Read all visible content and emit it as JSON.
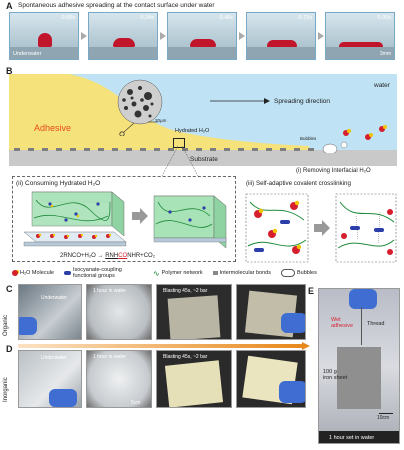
{
  "panelA": {
    "letter": "A",
    "title": "Spontaneous adhesive spreading at the contact surface under water",
    "frames": [
      {
        "time": "0.00s",
        "label": "Underwater"
      },
      {
        "time": "0.24s",
        "label": ""
      },
      {
        "time": "0.48s",
        "label": ""
      },
      {
        "time": "0.72s",
        "label": ""
      },
      {
        "time": "5.00s",
        "label": ""
      }
    ],
    "scale": "3mm"
  },
  "panelB": {
    "letter": "B",
    "water": "water",
    "adhesive": "Adhesive",
    "spreading": "Spreading direction",
    "scale": "20μm",
    "hydrated": "Hydrated H₂O",
    "bubbles": "Bubbles",
    "substrate": "Substrate",
    "removing": "(i) Removing Interfacial H₂O",
    "consuming": "(ii) Consuming Hydrated H₂O",
    "crosslinking": "(iii) Self-adaptive covalent crosslinking",
    "reaction_left": "2RNCO+H₂O",
    "reaction_mid": "RNH",
    "reaction_co": "CO",
    "reaction_right": "NHR+CO₂",
    "legend": {
      "h2o": "H₂O Molecule",
      "isocyanate": "Isocyanate-coupling functional groups",
      "polymer": "Polymer network",
      "intermolecular": "Intermolecular bonds",
      "bubbles": "Bubbles"
    }
  },
  "panelC": {
    "letter": "C",
    "row": "Organic",
    "underwater": "Underwater",
    "hour": "1 hour in water",
    "blasting": "Blasting 45s, ~2 bar"
  },
  "panelD": {
    "letter": "D",
    "row": "Inorganic",
    "underwater": "Underwater",
    "hour": "1 hour in water",
    "blasting": "Blasting 45s, ~2 bar",
    "scale": "5cm"
  },
  "panelE": {
    "letter": "E",
    "wet": "Wet\nadhesive",
    "thread": "Thread",
    "weight": "100 g\niron sheet",
    "scale": "10cm",
    "caption": "1 hour set in water"
  },
  "colors": {
    "water": "#bfe3f5",
    "adhesive": "#f5e27a",
    "substrate": "#c9c9c9",
    "red": "#d61f2c",
    "orange": "#e8891c",
    "network_box": "#a8e2b7"
  }
}
